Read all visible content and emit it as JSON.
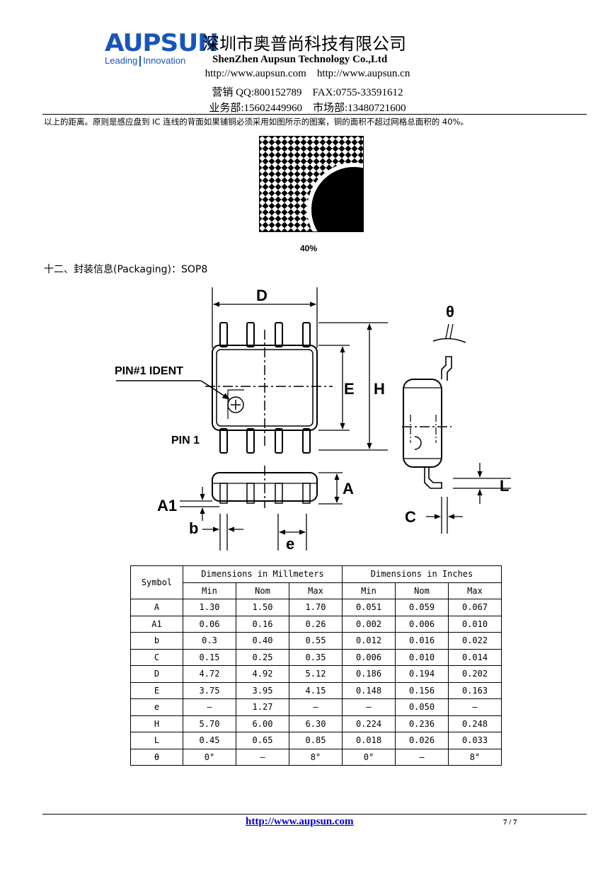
{
  "header": {
    "logo_text": "AUPSUN",
    "logo_tag_left": "Leading",
    "logo_tag_right": "Innovation",
    "company_cn": "深圳市奥普尚科技有限公司",
    "company_en": "ShenZhen Aupsun Technology Co.,Ltd",
    "line1": "http://www.aupsun.com    http://www.aupsun.cn",
    "line2": "营销 QQ:800152789    FAX:0755-33591612",
    "line3": "业务部:15602449960    市场部:13480721600",
    "brand_color": "#1a55b8"
  },
  "body_text": "以上的距离。原则是感应盘到 IC 连线的背面如果铺铜必须采用如图所示的图案，铜的面积不超过网格总面积的 40%。",
  "figure_caption": "40%",
  "section_heading": "十二、封装信息(Packaging)：SOP8",
  "drawing_labels": {
    "D": "D",
    "E": "E",
    "H": "H",
    "theta": "θ",
    "pin1_ident": "PIN#1 IDENT",
    "pin1": "PIN 1",
    "A": "A",
    "A1": "A1",
    "b": "b",
    "e": "e",
    "C": "C",
    "L": "L"
  },
  "table": {
    "symbol_header": "Symbol",
    "mm_header": "Dimensions in Millmeters",
    "in_header": "Dimensions in Inches",
    "sub_headers": [
      "Min",
      "Nom",
      "Max",
      "Min",
      "Nom",
      "Max"
    ],
    "rows": [
      {
        "symbol": "A",
        "values": [
          "1.30",
          "1.50",
          "1.70",
          "0.051",
          "0.059",
          "0.067"
        ]
      },
      {
        "symbol": "A1",
        "values": [
          "0.06",
          "0.16",
          "0.26",
          "0.002",
          "0.006",
          "0.010"
        ]
      },
      {
        "symbol": "b",
        "values": [
          "0.3",
          "0.40",
          "0.55",
          "0.012",
          "0.016",
          "0.022"
        ]
      },
      {
        "symbol": "C",
        "values": [
          "0.15",
          "0.25",
          "0.35",
          "0.006",
          "0.010",
          "0.014"
        ]
      },
      {
        "symbol": "D",
        "values": [
          "4.72",
          "4.92",
          "5.12",
          "0.186",
          "0.194",
          "0.202"
        ]
      },
      {
        "symbol": "E",
        "values": [
          "3.75",
          "3.95",
          "4.15",
          "0.148",
          "0.156",
          "0.163"
        ]
      },
      {
        "symbol": "e",
        "values": [
          "—",
          "1.27",
          "—",
          "—",
          "0.050",
          "—"
        ]
      },
      {
        "symbol": "H",
        "values": [
          "5.70",
          "6.00",
          "6.30",
          "0.224",
          "0.236",
          "0.248"
        ]
      },
      {
        "symbol": "L",
        "values": [
          "0.45",
          "0.65",
          "0.85",
          "0.018",
          "0.026",
          "0.033"
        ]
      },
      {
        "symbol": "θ",
        "values": [
          "0°",
          "—",
          "8°",
          "0°",
          "—",
          "8°"
        ]
      }
    ]
  },
  "footer": {
    "url": "http://www.aupsun.com",
    "page": "7 / 7"
  }
}
